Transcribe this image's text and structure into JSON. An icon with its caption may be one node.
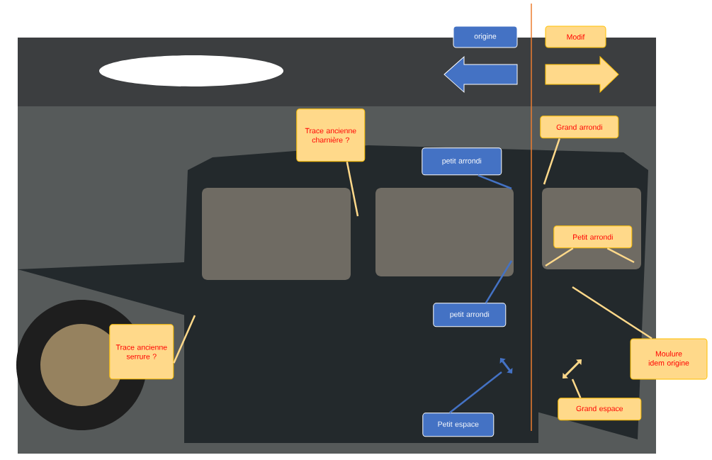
{
  "diagram": {
    "nodes": [
      {
        "text": [],
        "shape": "picture"
      },
      {
        "text": [
          "origine"
        ]
      },
      {
        "text": [
          "Modif"
        ]
      },
      {
        "text": [
          "Trace ancienne charnière ?"
        ],
        "in": 0
      },
      {
        "text": [
          "petit arrondi"
        ],
        "in": 0
      },
      {
        "text": [
          "Grand arrondi"
        ],
        "in": 0
      },
      {
        "text": [
          "Petit arrondi"
        ],
        "in": 0
      },
      {
        "text": [
          "petit arrondi"
        ],
        "in": 0
      },
      {
        "text": [
          "Trace ancienne serrure ?"
        ],
        "in": 0
      },
      {
        "text": [
          "Moulure idem origine"
        ]
      },
      {
        "text": [
          "Grand espace"
        ],
        "in": 0
      },
      {
        "text": [
          "Petit espace"
        ],
        "in": 0
      }
    ],
    "edges": [
      {
        "from": 3,
        "to": null,
        "arrow": "none"
      },
      {
        "from": 4,
        "to": null,
        "arrow": "none",
        "color": "#4472c4"
      },
      {
        "from": 5,
        "to": null,
        "arrow": "none"
      },
      {
        "from": 6,
        "to": null,
        "arrow": "none"
      },
      {
        "from": 6,
        "to": null,
        "arrow": "none"
      },
      {
        "from": 7,
        "to": null,
        "arrow": "none",
        "color": "#4472c4"
      },
      {
        "from": 8,
        "to": null,
        "arrow": "none"
      },
      {
        "from": 9,
        "to": null,
        "arrow": "none"
      },
      {
        "from": 10,
        "to": null,
        "arrow": "none"
      },
      {
        "from": 11,
        "to": null,
        "arrow": "none",
        "color": "#4472c4"
      }
    ]
  }
}
